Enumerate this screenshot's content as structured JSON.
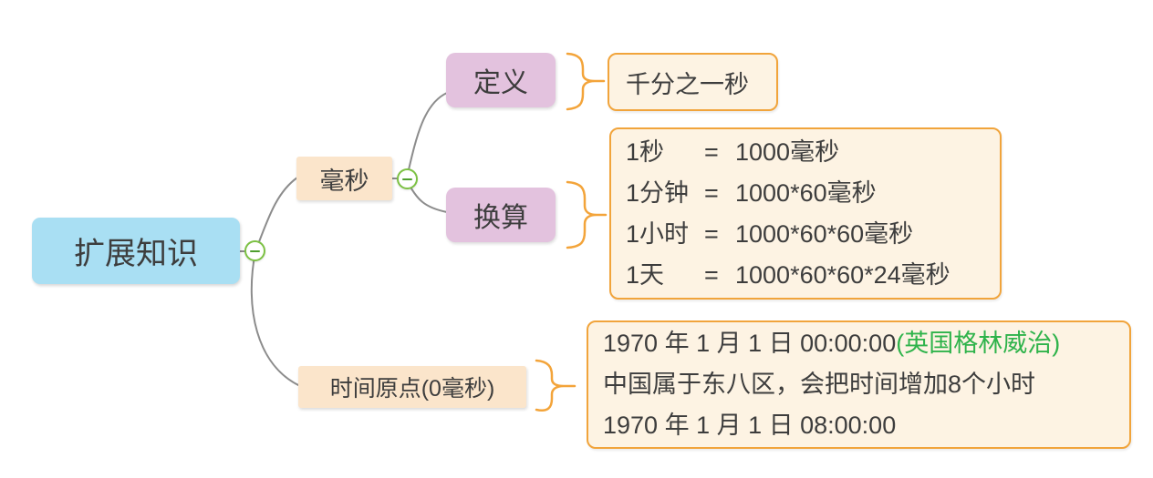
{
  "root": {
    "label": "扩展知识"
  },
  "nodes": {
    "milliseconds": {
      "label": "毫秒"
    },
    "definition": {
      "label": "定义"
    },
    "conversion": {
      "label": "换算"
    },
    "time_origin": {
      "label": "时间原点(0毫秒)"
    }
  },
  "definition_detail": {
    "text": "千分之一秒"
  },
  "conversion_detail": {
    "rows": [
      {
        "item": "1秒",
        "eq": "=",
        "value": "1000毫秒"
      },
      {
        "item": "1分钟",
        "eq": "=",
        "value": "1000*60毫秒"
      },
      {
        "item": "1小时",
        "eq": "=",
        "value": "1000*60*60毫秒"
      },
      {
        "item": "1天",
        "eq": "=",
        "value": "1000*60*60*24毫秒"
      }
    ]
  },
  "time_origin_detail": {
    "line1": "1970 年 1 月 1 日 00:00:00",
    "line1_highlight": "(英国格林威治)",
    "line2": "中国属于东八区，会把时间增加8个小时",
    "line3": "1970 年 1 月 1 日 08:00:00"
  },
  "icons": {
    "collapse_root": "minus-icon",
    "collapse_milliseconds": "minus-icon"
  },
  "colors": {
    "root_fill": "#A9DFF3",
    "branch_fill": "#FBE5CB",
    "subtopic_fill": "#E3C2DE",
    "detail_fill": "#FDF3E3",
    "detail_border": "#F1A43B",
    "brace": "#F3A43A",
    "connector": "#8C8C8C",
    "collapse_border": "#7CC143",
    "collapse_minus": "#4E9E2E",
    "text": "#3D3D3D",
    "highlight_green": "#2FB34B"
  }
}
